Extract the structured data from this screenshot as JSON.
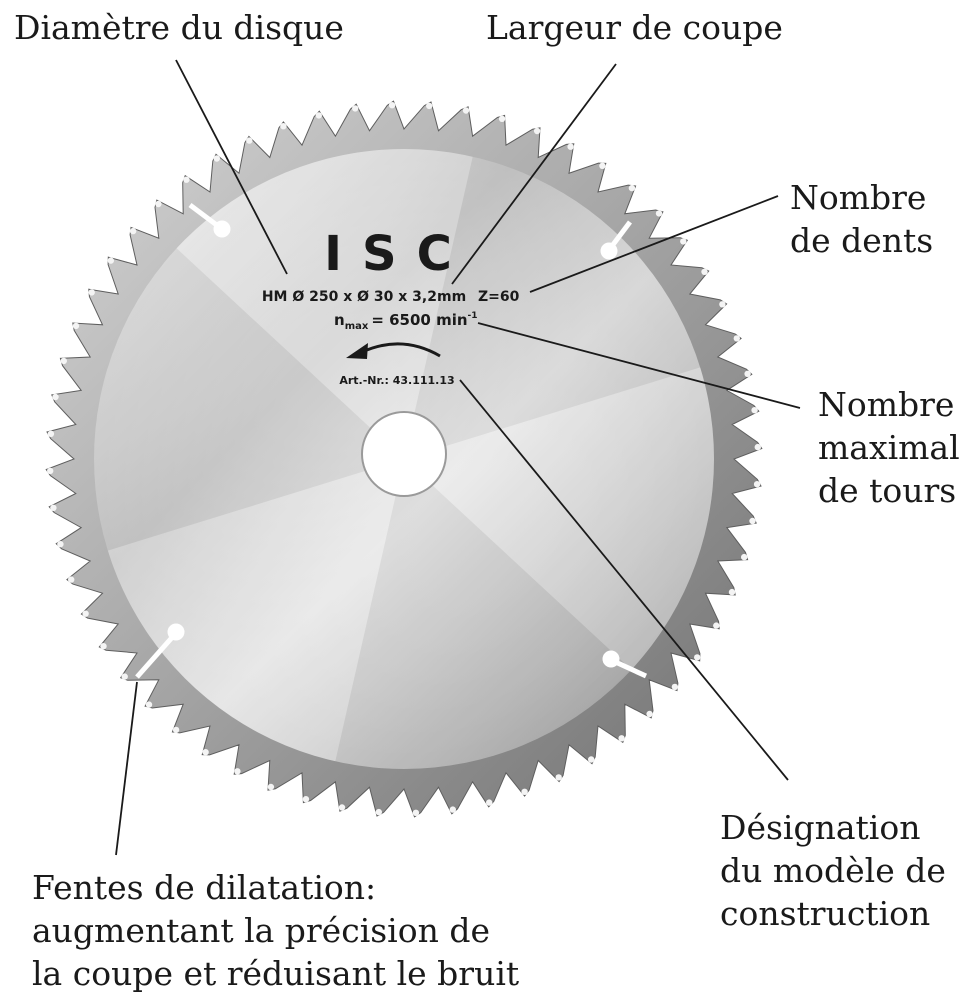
{
  "callouts": {
    "diametre": [
      "Diamètre du disque"
    ],
    "largeur": [
      "Largeur de coupe"
    ],
    "dents": [
      "Nombre",
      "de dents"
    ],
    "tours": [
      "Nombre",
      "maximal",
      "de tours"
    ],
    "designation": [
      "Désignation",
      "du modèle de",
      "construction"
    ],
    "fentes": [
      "Fentes de dilatation:",
      "augmentant la précision de",
      "la coupe et réduisant le bruit"
    ]
  },
  "blade": {
    "brand": "ISC",
    "spec_line": "HM Ø 250 x Ø 30 x 3,2mm",
    "teeth": "Z=60",
    "teeth_count": 60,
    "nmax_n": "n",
    "nmax_sub": "max",
    "nmax_value": "= 6500 min",
    "nmax_sup": "-1",
    "art_nr": "Art.-Nr.: 43.111.13"
  },
  "colors": {
    "steel_light": "#ededed",
    "steel_mid": "#c9c9c9",
    "steel_dark": "#8e8e8e",
    "text": "#1a1a1a"
  }
}
